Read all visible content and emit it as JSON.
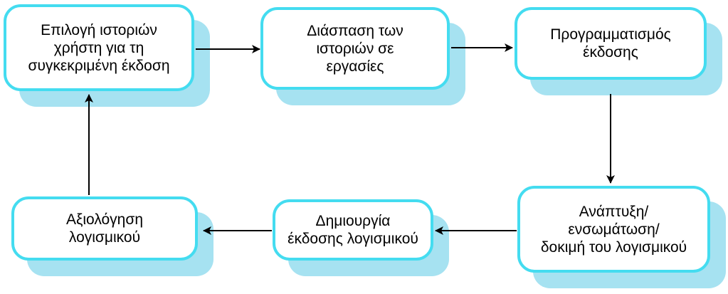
{
  "colors": {
    "border": "#44dcf0",
    "shadow": "#a6e2f1",
    "arrow": "#000000",
    "text": "#000000"
  },
  "nodes": [
    {
      "id": "select-user-stories",
      "lines": [
        "Επιλογή ιστοριών",
        "χρήστη για τη",
        "συγκεκριμένη έκδοση"
      ]
    },
    {
      "id": "break-stories-into-tasks",
      "lines": [
        "Διάσπαση των",
        "ιστοριών σε",
        "εργασίες"
      ]
    },
    {
      "id": "plan-release",
      "lines": [
        "Προγραμματισμός",
        "έκδοσης"
      ]
    },
    {
      "id": "develop-integrate-test",
      "lines": [
        "Ανάπτυξη/",
        "ενσωμάτωση/",
        "δοκιμή του λογισμικού"
      ]
    },
    {
      "id": "release-software",
      "lines": [
        "Δημιουργία",
        "έκδοσης λογισμικού"
      ]
    },
    {
      "id": "evaluate-system",
      "lines": [
        "Αξιολόγηση",
        "λογισμικού"
      ]
    }
  ],
  "edges": [
    {
      "from": "select-user-stories",
      "to": "break-stories-into-tasks"
    },
    {
      "from": "break-stories-into-tasks",
      "to": "plan-release"
    },
    {
      "from": "plan-release",
      "to": "develop-integrate-test"
    },
    {
      "from": "develop-integrate-test",
      "to": "release-software"
    },
    {
      "from": "release-software",
      "to": "evaluate-system"
    },
    {
      "from": "evaluate-system",
      "to": "select-user-stories"
    }
  ]
}
